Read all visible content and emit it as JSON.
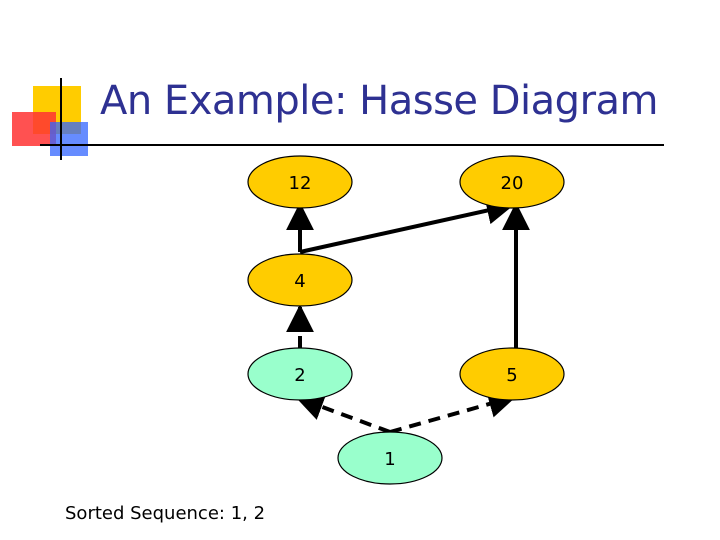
{
  "title": "An Example: Hasse Diagram",
  "footer": "Sorted Sequence: 1, 2",
  "colors": {
    "title": "#2e3192",
    "node_default": "#ffcc00",
    "node_visited": "#99ffcc",
    "edge": "#000000",
    "deco_yellow": "#ffcc00",
    "deco_red": "#ff3333",
    "deco_blue": "#3366ff"
  },
  "nodes": [
    {
      "id": "n12",
      "label": "12",
      "state": "default"
    },
    {
      "id": "n20",
      "label": "20",
      "state": "default"
    },
    {
      "id": "n4",
      "label": "4",
      "state": "default"
    },
    {
      "id": "n2",
      "label": "2",
      "state": "visited"
    },
    {
      "id": "n5",
      "label": "5",
      "state": "default"
    },
    {
      "id": "n1",
      "label": "1",
      "state": "visited"
    }
  ],
  "edges": [
    {
      "from": "n4",
      "to": "n12",
      "style": "solid"
    },
    {
      "from": "n4",
      "to": "n20",
      "style": "solid"
    },
    {
      "from": "n5",
      "to": "n20",
      "style": "solid"
    },
    {
      "from": "n2",
      "to": "n4",
      "style": "dashed"
    },
    {
      "from": "n1",
      "to": "n2",
      "style": "dashed"
    },
    {
      "from": "n1",
      "to": "n5",
      "style": "dashed"
    }
  ]
}
